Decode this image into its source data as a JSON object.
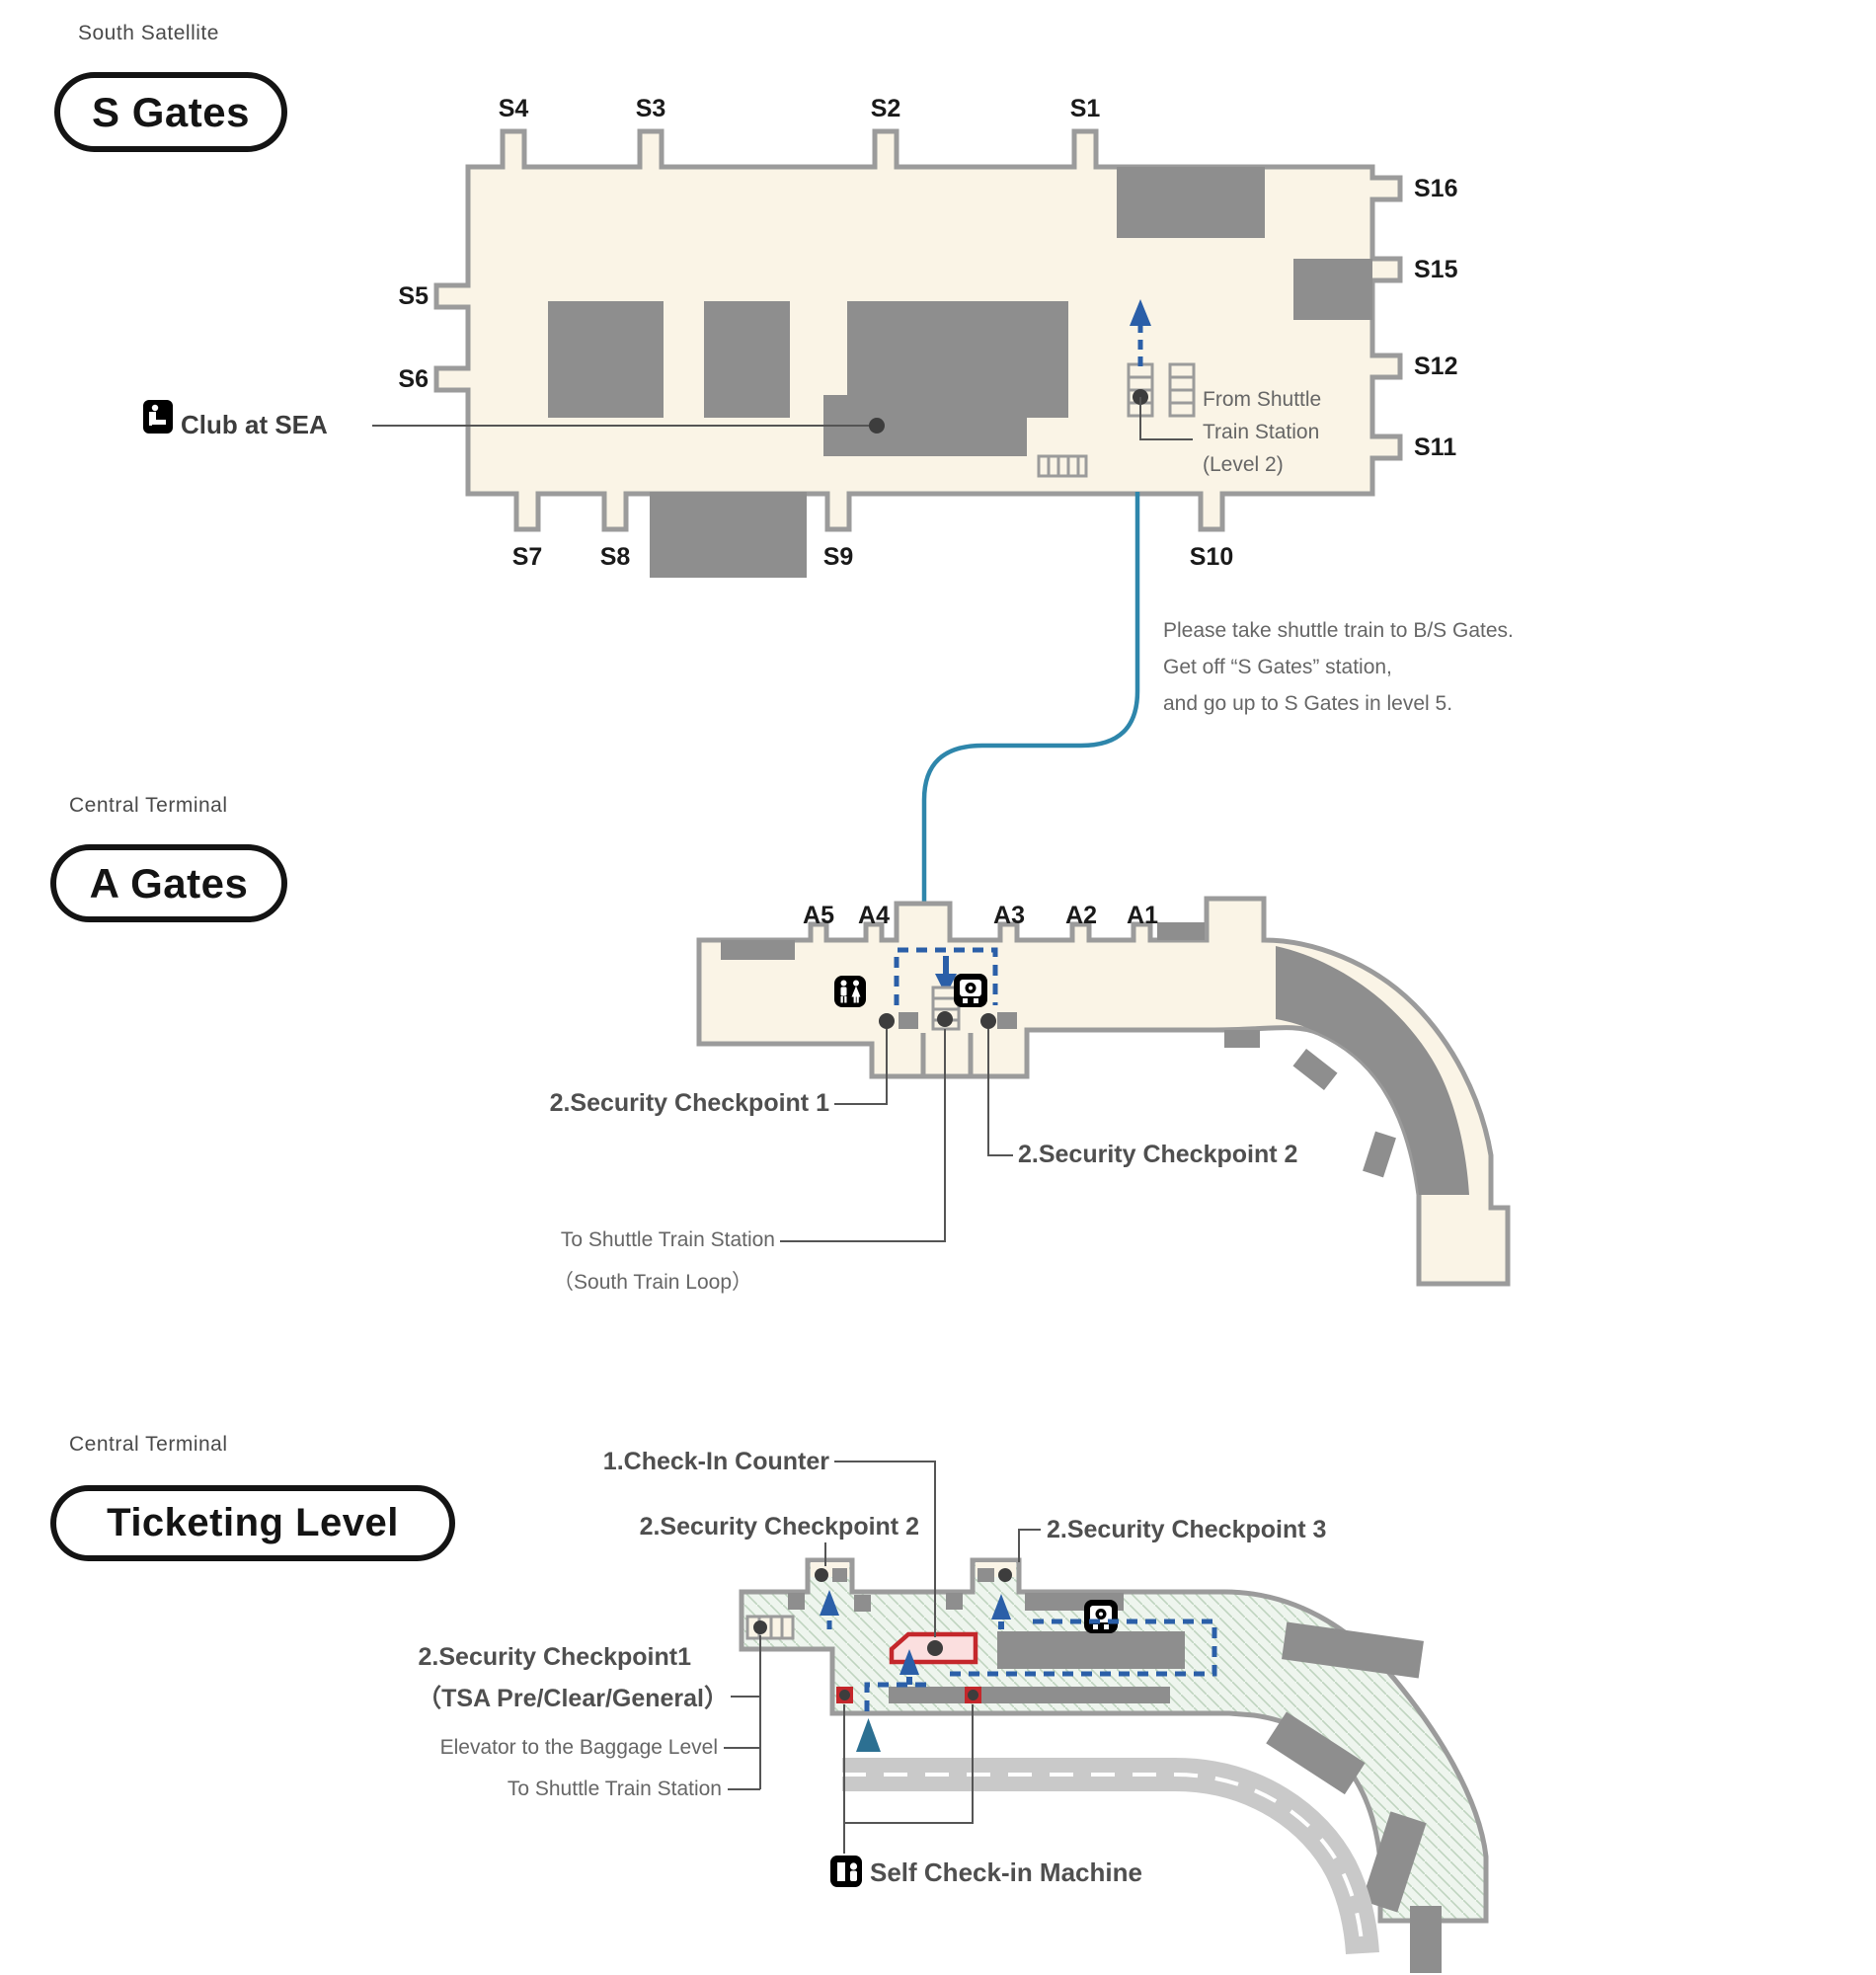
{
  "s_gates": {
    "area_label": "South Satellite",
    "title": "S Gates",
    "gates_top": [
      "S4",
      "S3",
      "S2",
      "S1"
    ],
    "gates_left": [
      "S5",
      "S6"
    ],
    "gates_right": [
      "S16",
      "S15",
      "S12",
      "S11"
    ],
    "gates_bottom": [
      "S7",
      "S8",
      "S9",
      "S10"
    ],
    "club_label": "Club at SEA",
    "from_shuttle_lines": [
      "From Shuttle",
      "Train Station",
      "(Level 2)"
    ]
  },
  "transfer_note_lines": [
    "Please take shuttle train to B/S Gates.",
    "Get off “S Gates” station,",
    "and go up to S Gates in level 5."
  ],
  "a_gates": {
    "area_label": "Central Terminal",
    "title": "A Gates",
    "gates": [
      "A5",
      "A4",
      "A3",
      "A2",
      "A1"
    ],
    "checkpoint1": "2.Security Checkpoint 1",
    "checkpoint2": "2.Security Checkpoint 2",
    "to_shuttle_line1": "To Shuttle Train Station",
    "to_shuttle_line2": "（South Train Loop）"
  },
  "ticketing": {
    "area_label": "Central Terminal",
    "title": "Ticketing Level",
    "checkin": "1.Check-In Counter",
    "checkpoint2": "2.Security Checkpoint 2",
    "checkpoint3": "2.Security Checkpoint 3",
    "checkpoint1_line1": "2.Security Checkpoint1",
    "checkpoint1_line2": "（TSA Pre/Clear/General）",
    "elevator": "Elevator to the Baggage Level",
    "to_shuttle": "To Shuttle Train Station",
    "self_checkin": "Self Check-in Machine"
  },
  "colors": {
    "terminal_fill": "#FAF4E6",
    "terminal_stroke": "#9B9B9B",
    "block_gray": "#8E8E8E",
    "route_blue": "#2B5FA8",
    "transfer_line_teal": "#2E86AB",
    "checkin_red": "#C4272B",
    "checkin_pink": "#FBDFDF",
    "ticketing_fill": "#EEF5EE",
    "hatch_green": "#BFD4BF",
    "road_gray": "#C9C9C9",
    "label_gray": "#666666"
  }
}
